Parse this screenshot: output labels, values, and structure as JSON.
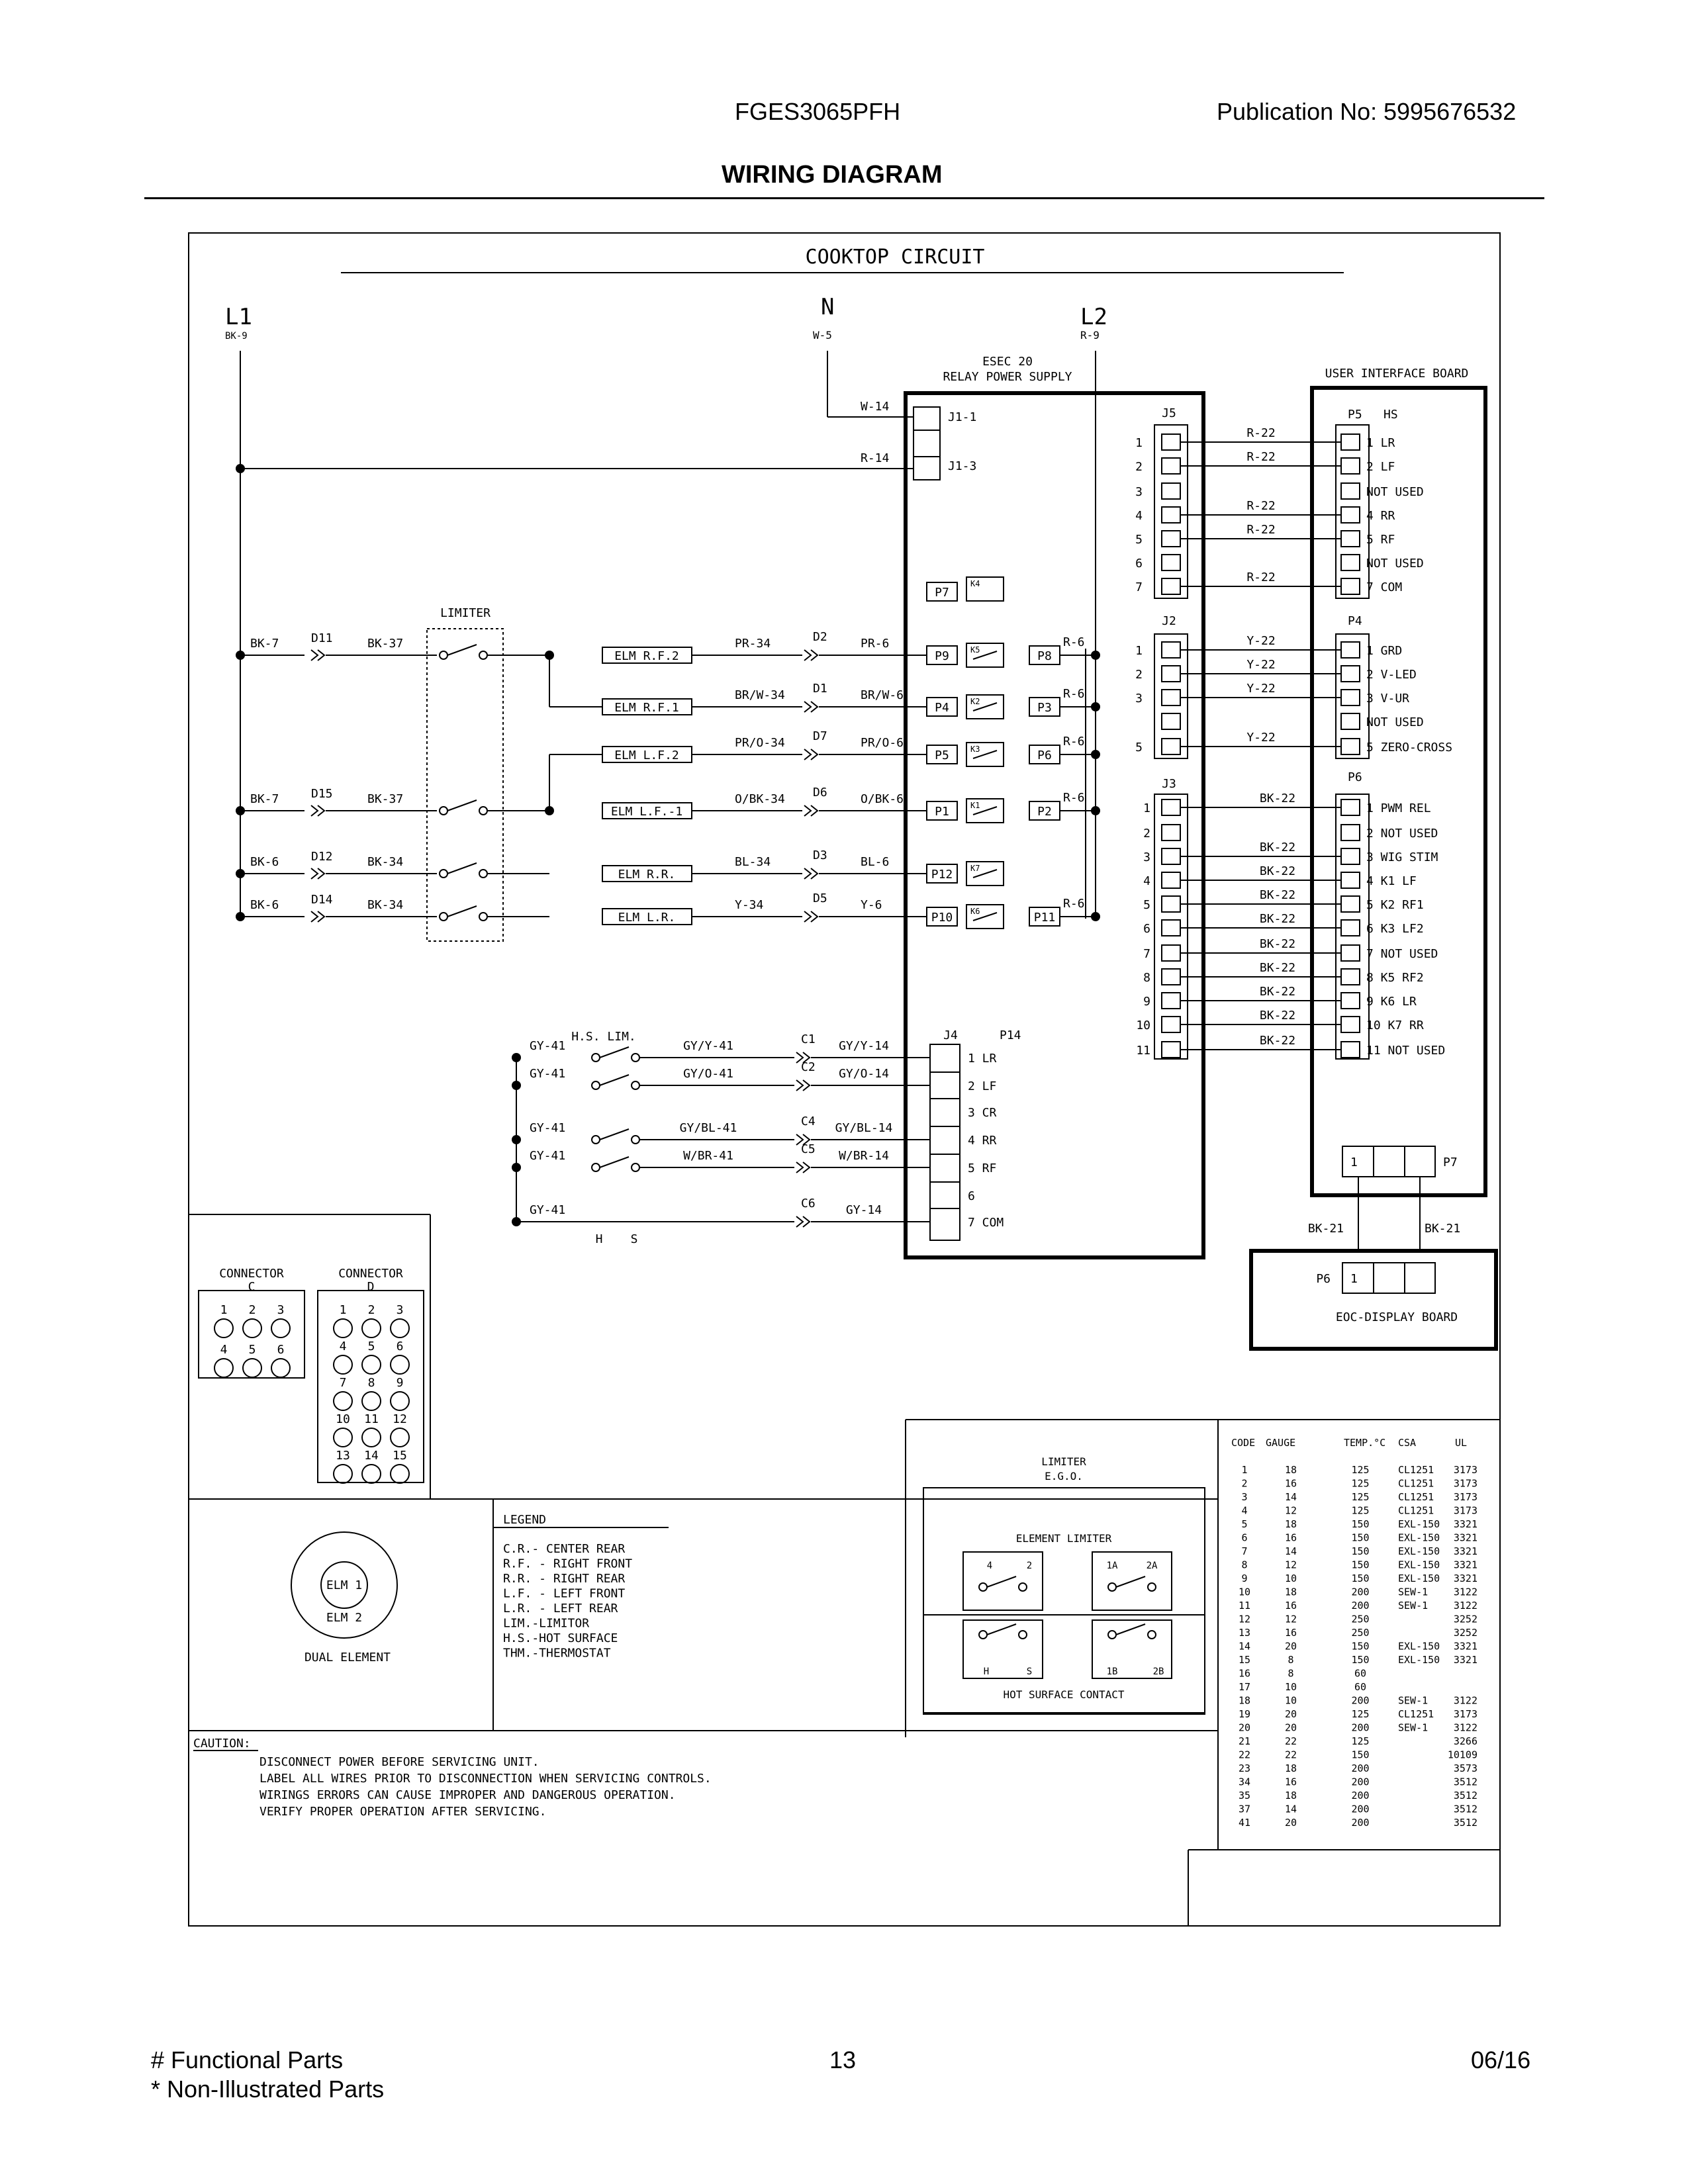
{
  "header": {
    "model": "FGES3065PFH",
    "publication_label": "Publication No:",
    "publication_number": "5995676532",
    "title": "WIRING DIAGRAM"
  },
  "footer": {
    "functional_parts": "# Functional Parts",
    "non_illustrated": "* Non-Illustrated Parts",
    "page_number": "13",
    "date": "06/16"
  },
  "diagram": {
    "title": "COOKTOP CIRCUIT",
    "line_l1": "L1",
    "line_l1_wire": "BK-9",
    "line_n": "N",
    "line_n_wire": "W-5",
    "line_l2": "L2",
    "line_l2_wire": "R-9",
    "esec_title": "ESEC 20",
    "esec_subtitle": "RELAY POWER SUPPLY",
    "uib_title": "USER INTERFACE BOARD",
    "limiter_label": "LIMITER",
    "eoc_label": "EOC-DISPLAY BOARD",
    "hs_lim_label": "H.S. LIM.",
    "h_label": "H",
    "s_label": "S",
    "j1": [
      {
        "wire": "W-14",
        "pin": "J1-1"
      },
      {
        "wire": "R-14",
        "pin": "J1-3"
      }
    ],
    "element_rows": [
      {
        "in": "BK-7",
        "d": "D11",
        "lim": "BK-37",
        "elm": "ELM R.F.2",
        "out": "PR-34",
        "dd": "D2",
        "w6": "PR-6",
        "p": "P9",
        "k": "K5",
        "p2": "P8",
        "r": "R-6"
      },
      {
        "in": "",
        "d": "",
        "lim": "",
        "elm": "ELM R.F.1",
        "out": "BR/W-34",
        "dd": "D1",
        "w6": "BR/W-6",
        "p": "P4",
        "k": "K2",
        "p2": "P3",
        "r": "R-6"
      },
      {
        "in": "",
        "d": "",
        "lim": "",
        "elm": "ELM L.F.2",
        "out": "PR/O-34",
        "dd": "D7",
        "w6": "PR/O-6",
        "p": "P5",
        "k": "K3",
        "p2": "P6",
        "r": "R-6"
      },
      {
        "in": "BK-7",
        "d": "D15",
        "lim": "BK-37",
        "elm": "ELM L.F.-1",
        "out": "O/BK-34",
        "dd": "D6",
        "w6": "O/BK-6",
        "p": "P1",
        "k": "K1",
        "p2": "P2",
        "r": "R-6"
      },
      {
        "in": "BK-6",
        "d": "D12",
        "lim": "BK-34",
        "elm": "ELM R.R.",
        "out": "BL-34",
        "dd": "D3",
        "w6": "BL-6",
        "p": "P12",
        "k": "K7",
        "p2": "",
        "r": ""
      },
      {
        "in": "BK-6",
        "d": "D14",
        "lim": "BK-34",
        "elm": "ELM L.R.",
        "out": "Y-34",
        "dd": "D5",
        "w6": "Y-6",
        "p": "P10",
        "k": "K6",
        "p2": "P11",
        "r": "R-6"
      }
    ],
    "p7_top": "P7",
    "k4": "K4",
    "j5_label": "J5",
    "j5_pins": [
      "1",
      "2",
      "3",
      "4",
      "5",
      "6",
      "7"
    ],
    "j5_wires": [
      "R-22",
      "R-22",
      "",
      "R-22",
      "R-22",
      "",
      "R-22"
    ],
    "p5_label": "P5",
    "p5_hs": "HS",
    "p5_pins": [
      "1 LR",
      "2 LF",
      "NOT USED",
      "4 RR",
      "5 RF",
      "NOT USED",
      "7 COM"
    ],
    "j2_label": "J2",
    "j2_pins": [
      "1",
      "2",
      "3",
      "",
      "5"
    ],
    "j2_wires": [
      "Y-22",
      "Y-22",
      "Y-22",
      "",
      "Y-22"
    ],
    "p4_label": "P4",
    "p4_pins": [
      "1 GRD",
      "2 V-LED",
      "3 V-UR",
      "NOT USED",
      "5 ZERO-CROSS"
    ],
    "j3_label": "J3",
    "j3_pins": [
      "1",
      "2",
      "3",
      "4",
      "5",
      "6",
      "7",
      "8",
      "9",
      "10",
      "11"
    ],
    "j3_wires": [
      "BK-22",
      "",
      "BK-22",
      "BK-22",
      "BK-22",
      "BK-22",
      "BK-22",
      "BK-22",
      "BK-22",
      "BK-22",
      "BK-22"
    ],
    "p6_label": "P6",
    "p6_pins": [
      "1 PWM REL",
      "2 NOT USED",
      "3 WIG STIM",
      "4 K1 LF",
      "5 K2  RF1",
      "6 K3 LF2",
      "7 NOT USED",
      "8 K5 RF2",
      "9 K6 LR",
      "10 K7 RR",
      "11 NOT USED"
    ],
    "p7_label": "P7",
    "p7_pin1": "1",
    "bk21_left": "BK-21",
    "bk21_right": "BK-21",
    "eoc_p6": "P6",
    "eoc_pin": "1",
    "j4_label": "J4",
    "p14_label": "P14",
    "hs_rows": [
      {
        "gy": "GY-41",
        "mid": "GY/Y-41",
        "c": "C1",
        "w": "GY/Y-14",
        "pin": "1 LR"
      },
      {
        "gy": "GY-41",
        "mid": "GY/O-41",
        "c": "C2",
        "w": "GY/O-14",
        "pin": "2 LF"
      },
      {
        "gy": "",
        "mid": "",
        "c": "",
        "w": "",
        "pin": "3 CR"
      },
      {
        "gy": "GY-41",
        "mid": "GY/BL-41",
        "c": "C4",
        "w": "GY/BL-14",
        "pin": "4 RR"
      },
      {
        "gy": "GY-41",
        "mid": "W/BR-41",
        "c": "C5",
        "w": "W/BR-14",
        "pin": "5 RF"
      },
      {
        "gy": "",
        "mid": "",
        "c": "",
        "w": "",
        "pin": "6"
      },
      {
        "gy": "GY-41",
        "mid": "",
        "c": "C6",
        "w": "GY-14",
        "pin": "7 COM"
      }
    ],
    "connector_c": {
      "title": "CONNECTOR",
      "sub": "C",
      "nums": [
        "1",
        "2",
        "3",
        "4",
        "5",
        "6"
      ]
    },
    "connector_d": {
      "title": "CONNECTOR",
      "sub": "D",
      "nums": [
        "1",
        "2",
        "3",
        "4",
        "5",
        "6",
        "7",
        "8",
        "9",
        "10",
        "11",
        "12",
        "13",
        "14",
        "15"
      ]
    },
    "dual_element": {
      "elm1": "ELM 1",
      "elm2": "ELM 2",
      "caption": "DUAL ELEMENT"
    },
    "legend": {
      "title": "LEGEND",
      "lines": [
        "C.R.- CENTER REAR",
        "R.F. - RIGHT FRONT",
        "R.R. - RIGHT REAR",
        "L.F. - LEFT FRONT",
        "L.R. - LEFT REAR",
        "LIM.-LIMITOR",
        "H.S.-HOT SURFACE",
        "THM.-THERMOSTAT"
      ]
    },
    "limiter_box": {
      "title1": "LIMITER",
      "title2": "E.G.O.",
      "element_limiter": "ELEMENT LIMITER",
      "pins_left": [
        "4",
        "2"
      ],
      "pins_right": [
        "1A",
        "2A"
      ],
      "hot_left": [
        "H",
        "S"
      ],
      "hot_right": [
        "1B",
        "2B"
      ],
      "hot_surface": "HOT SURFACE CONTACT"
    },
    "caution": {
      "title": "CAUTION:",
      "lines": [
        "DISCONNECT POWER BEFORE SERVICING UNIT.",
        "LABEL ALL WIRES PRIOR TO DISCONNECTION WHEN SERVICING CONTROLS.",
        "WIRINGS ERRORS CAN CAUSE IMPROPER AND DANGEROUS OPERATION.",
        "VERIFY PROPER OPERATION AFTER SERVICING."
      ]
    },
    "code_table": {
      "headers": [
        "CODE",
        "GAUGE",
        "TEMP.°C",
        "CSA",
        "UL"
      ],
      "rows": [
        [
          "1",
          "18",
          "125",
          "CL1251",
          "3173"
        ],
        [
          "2",
          "16",
          "125",
          "CL1251",
          "3173"
        ],
        [
          "3",
          "14",
          "125",
          "CL1251",
          "3173"
        ],
        [
          "4",
          "12",
          "125",
          "CL1251",
          "3173"
        ],
        [
          "5",
          "18",
          "150",
          "EXL-150",
          "3321"
        ],
        [
          "6",
          "16",
          "150",
          "EXL-150",
          "3321"
        ],
        [
          "7",
          "14",
          "150",
          "EXL-150",
          "3321"
        ],
        [
          "8",
          "12",
          "150",
          "EXL-150",
          "3321"
        ],
        [
          "9",
          "10",
          "150",
          "EXL-150",
          "3321"
        ],
        [
          "10",
          "18",
          "200",
          "SEW-1",
          "3122"
        ],
        [
          "11",
          "16",
          "200",
          "SEW-1",
          "3122"
        ],
        [
          "12",
          "12",
          "250",
          "",
          "3252"
        ],
        [
          "13",
          "16",
          "250",
          "",
          "3252"
        ],
        [
          "14",
          "20",
          "150",
          "EXL-150",
          "3321"
        ],
        [
          "15",
          "8",
          "150",
          "EXL-150",
          "3321"
        ],
        [
          "16",
          "8",
          "60",
          "",
          ""
        ],
        [
          "17",
          "10",
          "60",
          "",
          ""
        ],
        [
          "18",
          "10",
          "200",
          "SEW-1",
          "3122"
        ],
        [
          "19",
          "20",
          "125",
          "CL1251",
          "3173"
        ],
        [
          "20",
          "20",
          "200",
          "SEW-1",
          "3122"
        ],
        [
          "21",
          "22",
          "125",
          "",
          "3266"
        ],
        [
          "22",
          "22",
          "150",
          "",
          "10109"
        ],
        [
          "23",
          "18",
          "200",
          "",
          "3573"
        ],
        [
          "34",
          "16",
          "200",
          "",
          "3512"
        ],
        [
          "35",
          "18",
          "200",
          "",
          "3512"
        ],
        [
          "37",
          "14",
          "200",
          "",
          "3512"
        ],
        [
          "41",
          "20",
          "200",
          "",
          "3512"
        ]
      ]
    }
  }
}
